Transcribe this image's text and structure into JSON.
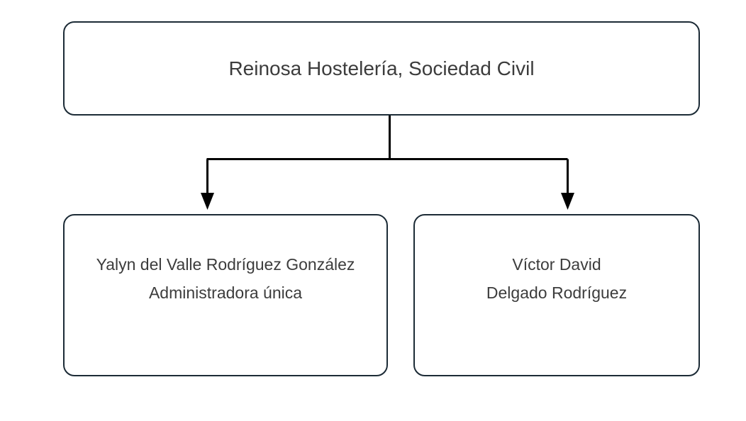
{
  "diagram": {
    "title": "Reinosa Hostelería, Sociedad Civil",
    "type": "organizational-chart",
    "background_color": "#ffffff",
    "node_border_color": "#1c2b36",
    "node_fill_color": "#ffffff",
    "text_color": "#3c3c3c",
    "connector_color": "#000000",
    "root": {
      "label": "Reinosa Hostelería, Sociedad Civil"
    },
    "children": [
      {
        "label": "Yalyn del Valle Rodríguez González\nAdministradora única",
        "name": "Yalyn del Valle Rodríguez González",
        "role": "Administradora única"
      },
      {
        "label": "Víctor David\nDelgado Rodríguez",
        "name": "Víctor David Delgado Rodríguez",
        "role": ""
      }
    ],
    "edges": [
      {
        "from": "Reinosa Hostelería, Sociedad Civil",
        "to": "Yalyn del Valle Rodríguez González",
        "arrow": "down"
      },
      {
        "from": "Reinosa Hostelería, Sociedad Civil",
        "to": "Víctor David Delgado Rodríguez",
        "arrow": "down"
      }
    ]
  }
}
